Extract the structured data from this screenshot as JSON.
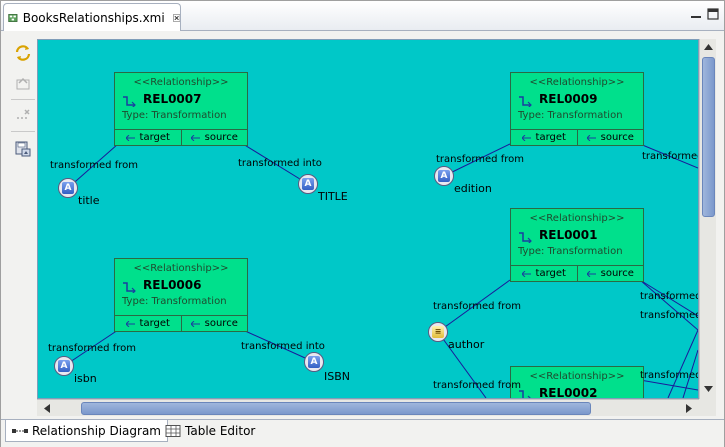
{
  "editor": {
    "title": "BooksRelationships.xmi"
  },
  "diagram": {
    "relationships": [
      {
        "stereotype": "<<Relationship>>",
        "name": "REL0007",
        "type": "Type: Transformation",
        "target": "target",
        "source": "source"
      },
      {
        "stereotype": "<<Relationship>>",
        "name": "REL0009",
        "type": "Type: Transformation",
        "target": "target",
        "source": "source"
      },
      {
        "stereotype": "<<Relationship>>",
        "name": "REL0006",
        "type": "Type: Transformation",
        "target": "target",
        "source": "source"
      },
      {
        "stereotype": "<<Relationship>>",
        "name": "REL0001",
        "type": "Type: Transformation",
        "target": "target",
        "source": "source"
      },
      {
        "stereotype": "<<Relationship>>",
        "name": "REL0002"
      }
    ],
    "attributes": [
      {
        "label": "title",
        "icon": "attribute-icon"
      },
      {
        "label": "TITLE",
        "icon": "attribute-icon"
      },
      {
        "label": "edition",
        "icon": "attribute-icon"
      },
      {
        "label": "isbn",
        "icon": "attribute-icon"
      },
      {
        "label": "ISBN",
        "icon": "attribute-icon"
      },
      {
        "label": "author",
        "icon": "document-icon"
      }
    ],
    "link_labels": [
      "transformed from",
      "transformed into",
      "transformed from",
      "transformed",
      "transformed from",
      "transformed into",
      "transformed from",
      "transformed",
      "transformed",
      "transformed from",
      "transformed"
    ]
  },
  "bottom_tabs": [
    {
      "label": "Relationship Diagram",
      "active": true
    },
    {
      "label": "Table Editor",
      "active": false
    }
  ],
  "colors": {
    "canvas": "#00c8c8",
    "relationship_fill": "#00e08c",
    "link": "#1a1a9a"
  }
}
